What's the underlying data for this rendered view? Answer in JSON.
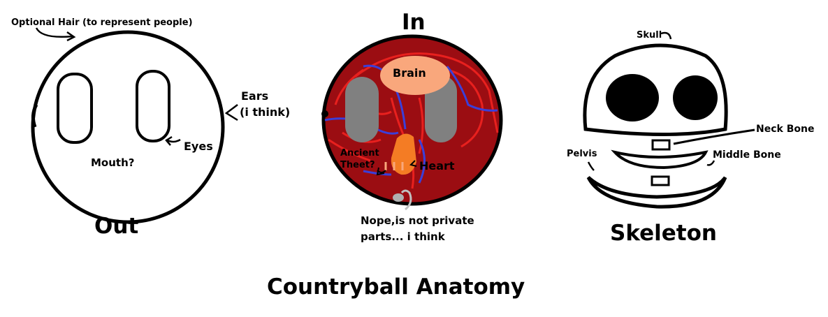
{
  "title": "Countryball Anatomy",
  "out": {
    "heading": "Out",
    "labels": {
      "hair": "Optional Hair (to represent people)",
      "ears_line1": "Ears",
      "ears_line2": "(i think)",
      "eyes": "Eyes",
      "mouth": "Mouth?"
    }
  },
  "in": {
    "heading": "In",
    "labels": {
      "brain": "Brain",
      "ancient_line1": "Ancient",
      "ancient_line2": "Theet?",
      "heart": "Heart",
      "nope_line1": "Nope,is not private",
      "nope_line2": "parts... i think"
    }
  },
  "skeleton": {
    "heading": "Skeleton",
    "labels": {
      "skull": "Skull",
      "neck_bone": "Neck Bone",
      "middle_bone": "Middle Bone",
      "pelvis": "Pelvis"
    }
  },
  "colors": {
    "flesh": "#9b0d12",
    "vessel_red": "#e8201e",
    "vessel_blue": "#3b3fd9",
    "lung": "#808080",
    "brain": "#f9a77c",
    "heart": "#f47c24",
    "ink": "#000000"
  }
}
